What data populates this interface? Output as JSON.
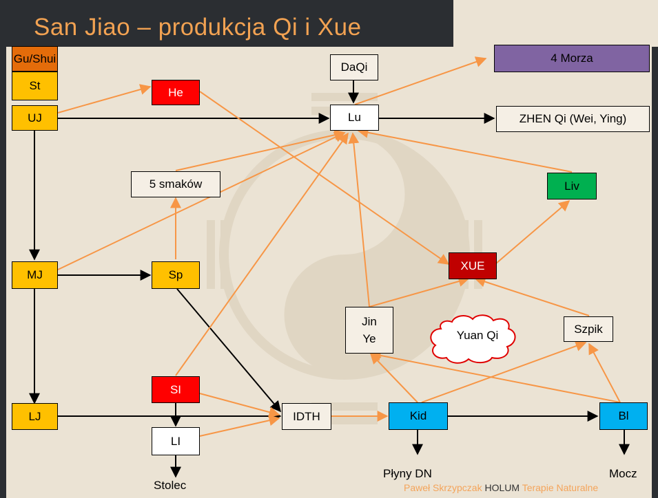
{
  "title": "San Jiao – produkcja Qi i Xue",
  "nodes": {
    "gu_shui": "Gu/Shui",
    "st": "St",
    "uj": "UJ",
    "mj": "MJ",
    "lj": "LJ",
    "he": "He",
    "smaki": "5 smaków",
    "sp": "Sp",
    "si": "SI",
    "li": "LI",
    "daqi": "DaQi",
    "lu": "Lu",
    "morza": "4 Morza",
    "zhen_qi": "ZHEN Qi (Wei, Ying)",
    "liv": "Liv",
    "xue": "XUE",
    "jin_ye_1": "Jin",
    "jin_ye_2": "Ye",
    "szpik": "Szpik",
    "idth": "IDTH",
    "kid": "Kid",
    "bl": "Bl"
  },
  "labels": {
    "yuan_qi": "Yuan Qi",
    "plyny": "Płyny DN",
    "mocz": "Mocz",
    "stolec": "Stolec"
  },
  "footer": {
    "author": "Paweł Skrzypczak",
    "brand": "HOLUM",
    "tagline": "Terapie Naturalne"
  },
  "colors": {
    "yellow_node": "#ffc000",
    "red_node": "#ff0000",
    "dark_red_node": "#c00000",
    "orange_node": "#e46c0a",
    "purple_node": "#8064a2",
    "green_node": "#00b050",
    "blue_node": "#00b0f0",
    "orange_arrow": "#f79646",
    "black_arrow": "#000000",
    "title_bar": "#2b2e32",
    "title_text": "#f2a252"
  }
}
